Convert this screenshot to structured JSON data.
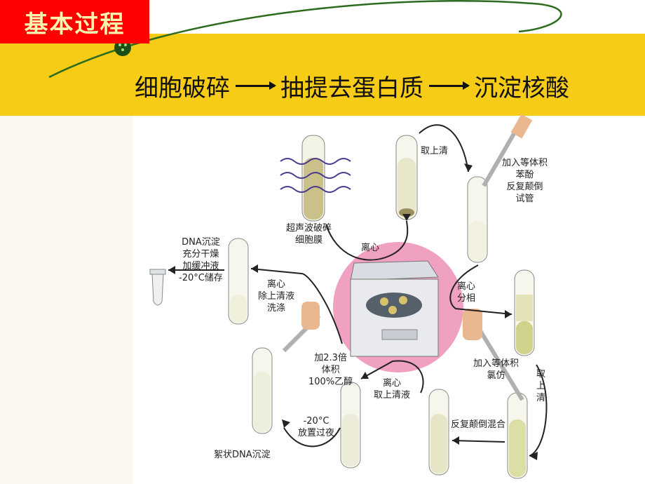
{
  "header": {
    "title": "基本过程",
    "steps": [
      "细胞破碎",
      "抽提去蛋白质",
      "沉淀核酸"
    ]
  },
  "labels": {
    "sonicate": [
      "超声波破碎",
      "细胞膜"
    ],
    "take_supernatant_1": "取上清",
    "add_phenol": [
      "加入等体积",
      "苯酚",
      "反复颠倒",
      "试管"
    ],
    "centrifuge_1": "离心",
    "centrifuge_split": [
      "离心",
      "分相"
    ],
    "add_chloroform": [
      "加入等体积",
      "氯仿"
    ],
    "take_supernatant_2": [
      "取",
      "上",
      "清"
    ],
    "invert_mix": "反复颠倒混合",
    "centrifuge_take": [
      "离心",
      "取上清液"
    ],
    "add_ethanol": [
      "加2.3倍",
      "体积",
      "100%乙醇"
    ],
    "overnight": [
      "-20°C",
      "放置过夜"
    ],
    "floc": "絮状DNA沉淀",
    "wash": [
      "离心",
      "除上清液",
      "洗涤"
    ],
    "dna_store": [
      "DNA沉淀",
      "充分干燥",
      "加缓冲液",
      "-20°C储存"
    ]
  },
  "colors": {
    "title_bg": "#ff0000",
    "title_text": "#fff3b0",
    "banner_bg": "#f7cc16",
    "centrifuge_circle": "#f0a0c0"
  }
}
